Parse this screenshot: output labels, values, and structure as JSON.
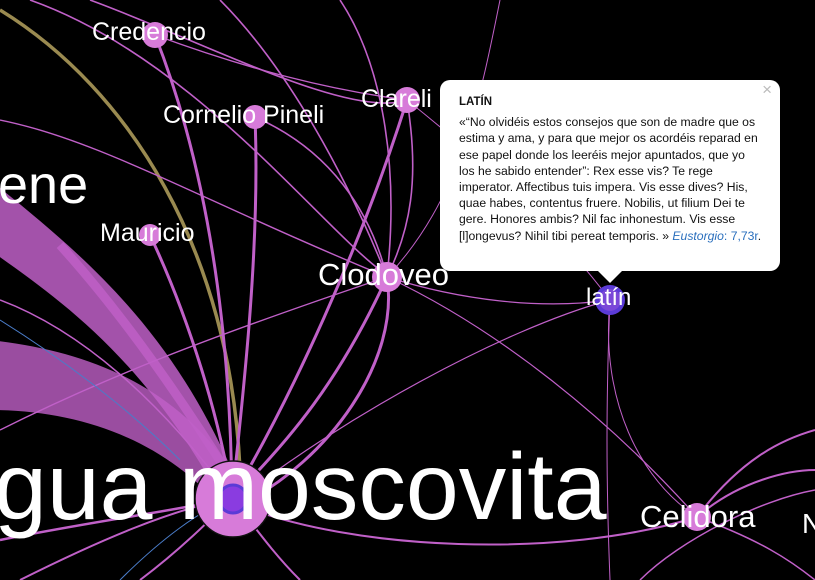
{
  "nodes": {
    "credencio": "Credencio",
    "cornelio_pineli": "Cornelio Pineli",
    "clareli": "Clareli",
    "ene": "ene",
    "mauricio": "Mauricio",
    "clodoveo": "Clodoveo",
    "latin": "latín",
    "lengua_moscovita": "gua moscovita",
    "celidora": "Celidora",
    "edge_n": "N"
  },
  "tooltip": {
    "title": "LATÍN",
    "close": "×",
    "quote": "«“No olvidéis estos consejos que son de madre que os estima y ama, y para que mejor os acordéis reparad en ese papel donde los leeréis mejor apuntados, que yo los he sabido entender”: Rex esse vis? Te rege imperator. Affectibus tuis impera. Vis esse dives? His, quae habes, contentus fruere. Nobilis, ut filium Dei te gere. Honores ambis? Nil fac inhonestum. Vis esse [l]ongevus? Nihil tibi pereat temporis. »",
    "source": "Eustorgio",
    "separator": ":",
    "page": "7,73r",
    "end": "."
  },
  "colors": {
    "background": "#000000",
    "edge": "#c060c8",
    "node": "#d77bd9",
    "highlight_node": "#5b3bd6",
    "olive_edge": "#9a8a50",
    "blue_edge": "#4a7cc8",
    "tooltip_bg": "#ffffff",
    "link": "#2a6fbd"
  }
}
